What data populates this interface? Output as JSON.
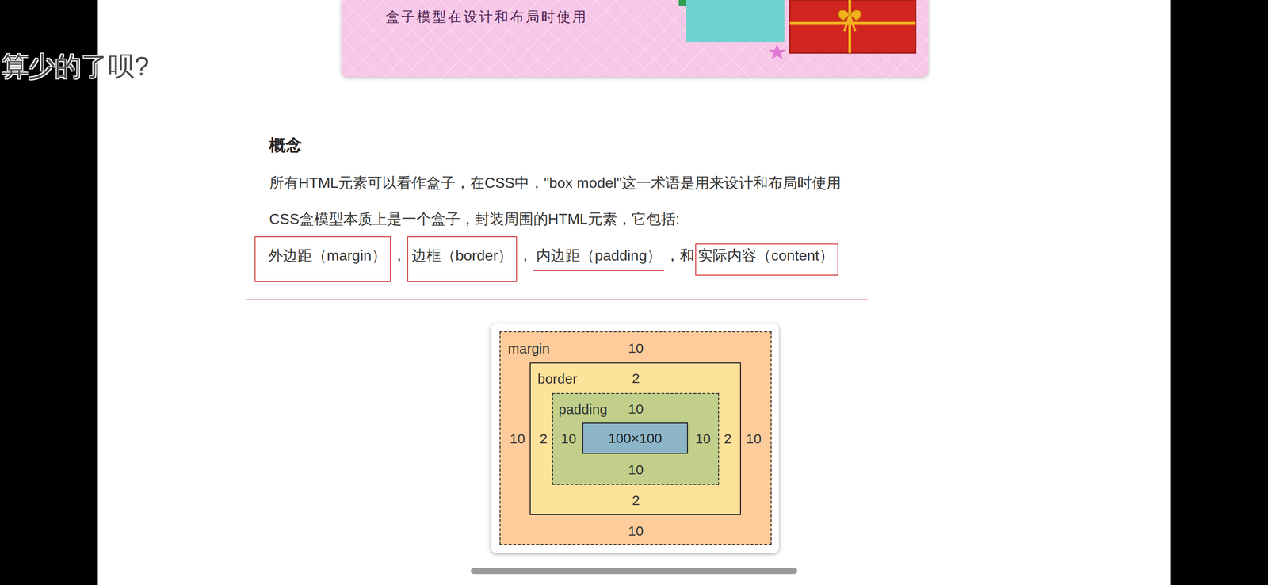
{
  "diagram": {
    "title": "概念",
    "nodes": [
      {
        "text": [
          "盒子模型在设计和布局时使用"
        ]
      },
      {
        "text": [
          "外边距（margin）"
        ]
      },
      {
        "text": [
          "边框（border）"
        ]
      },
      {
        "text": [
          "实际内容（content）"
        ]
      },
      {
        "text": [
          "margin"
        ]
      },
      {
        "text": [
          "border"
        ],
        "in": 4
      },
      {
        "text": [
          "padding"
        ],
        "in": 5
      },
      {
        "text": [
          "100×100"
        ],
        "in": 6
      }
    ],
    "labels": [
      "算少的了呗?",
      "所有HTML元素可以看作盒子，在CSS中，\"box model\"这一术语是用来设计和布局时使用",
      "CSS盒模型本质上是一个盒子，封装周围的HTML元素，它包括:",
      "，",
      "，",
      "内边距（padding）",
      "，和",
      "10",
      "2",
      "10",
      "10",
      "2",
      "10",
      "10",
      "2",
      "10",
      "10",
      "2",
      "10"
    ]
  }
}
